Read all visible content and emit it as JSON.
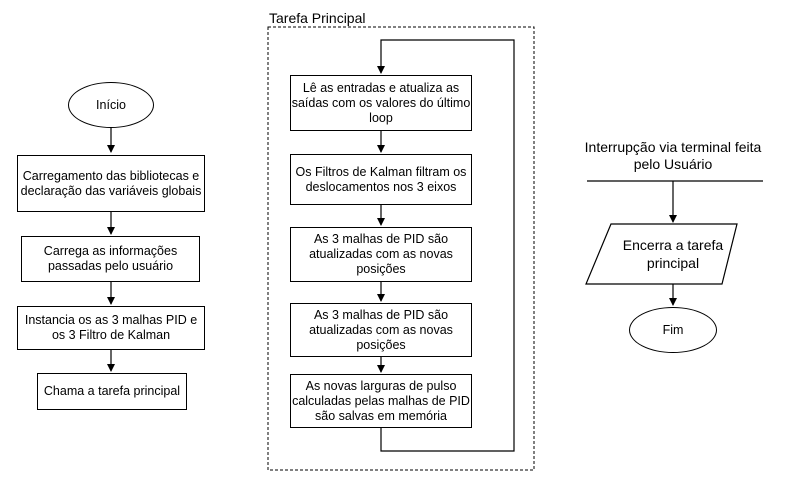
{
  "left_flow": {
    "start": "Início",
    "step1": "Carregamento das bibliotecas e declaração das variáveis globais",
    "step2": "Carrega as informações passadas pelo usuário",
    "step3": "Instancia os as 3 malhas PID e os 3 Filtro de Kalman",
    "step4": "Chama a tarefa principal"
  },
  "main_task": {
    "title": "Tarefa Principal",
    "step1": "Lê as entradas e atualiza as saídas com os valores do último loop",
    "step2": "Os Filtros de Kalman filtram os deslocamentos nos 3 eixos",
    "step3": "As 3 malhas de PID são atualizadas com as novas posições",
    "step4": "As 3 malhas de PID são atualizadas com as novas posições",
    "step5": "As novas larguras de pulso calculadas pelas malhas de PID são salvas em memória"
  },
  "interrupt_flow": {
    "trigger": "Interrupção via terminal feita pelo Usuário",
    "action": "Encerra a tarefa principal",
    "end": "Fim"
  }
}
